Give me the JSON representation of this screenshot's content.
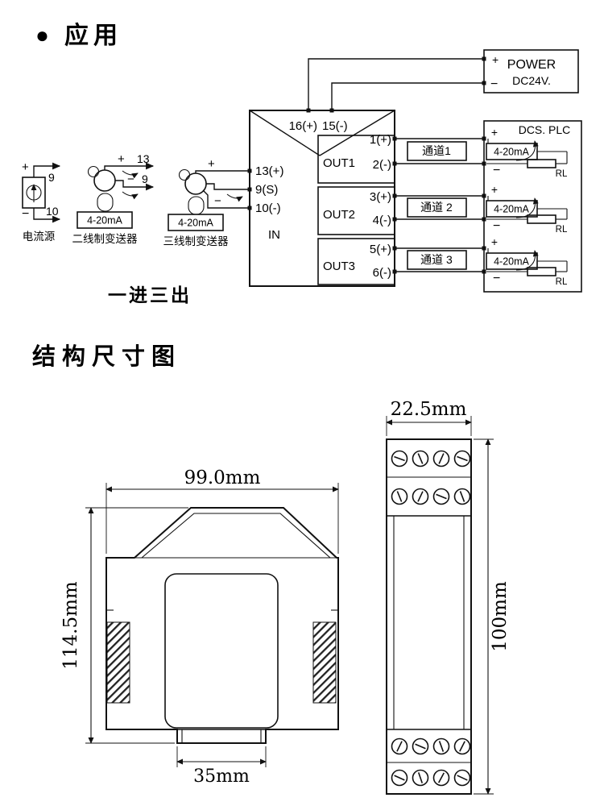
{
  "titles": {
    "bullet": "●",
    "application": "应用",
    "structure": "结构尺寸图",
    "one_in_three_out": "一进三出"
  },
  "power": {
    "line1": "POWER",
    "line2": "DC24V.",
    "plus": "+",
    "minus": "−"
  },
  "module": {
    "t16": "16(+)",
    "t15": "15(-)",
    "t13": "13(+)",
    "t9": "9(S)",
    "t10": "10(-)",
    "in": "IN",
    "out1": "OUT1",
    "out2": "OUT2",
    "out3": "OUT3",
    "o1p": "1(+)",
    "o1m": "2(-)",
    "o2p": "3(+)",
    "o2m": "4(-)",
    "o3p": "5(+)",
    "o3m": "6(-)"
  },
  "dcs": {
    "title": "DCS. PLC",
    "ch1": {
      "label": "通道1",
      "meter": "4-20mA",
      "rl": "RL",
      "plus": "+",
      "minus": "−"
    },
    "ch2": {
      "label": "通道 2",
      "meter": "4-20mA",
      "rl": "RL",
      "plus": "+",
      "minus": "−"
    },
    "ch3": {
      "label": "通道 3",
      "meter": "4-20mA",
      "rl": "RL",
      "plus": "+",
      "minus": "−"
    }
  },
  "sources": {
    "cs": {
      "plus": "+",
      "minus": "−",
      "t9": "9",
      "t10": "10",
      "caption": "电流源"
    },
    "w2": {
      "plus": "+",
      "t13": "13",
      "minus": "−",
      "t9": "9",
      "range": "4-20mA",
      "caption": "二线制变送器"
    },
    "w3": {
      "plus": "+",
      "minus": "−",
      "range": "4-20mA",
      "caption": "三线制变送器"
    }
  },
  "dims": {
    "front_width": "99.0mm",
    "front_height": "114.5mm",
    "front_foot": "35mm",
    "side_width": "22.5mm",
    "side_height": "100mm"
  }
}
